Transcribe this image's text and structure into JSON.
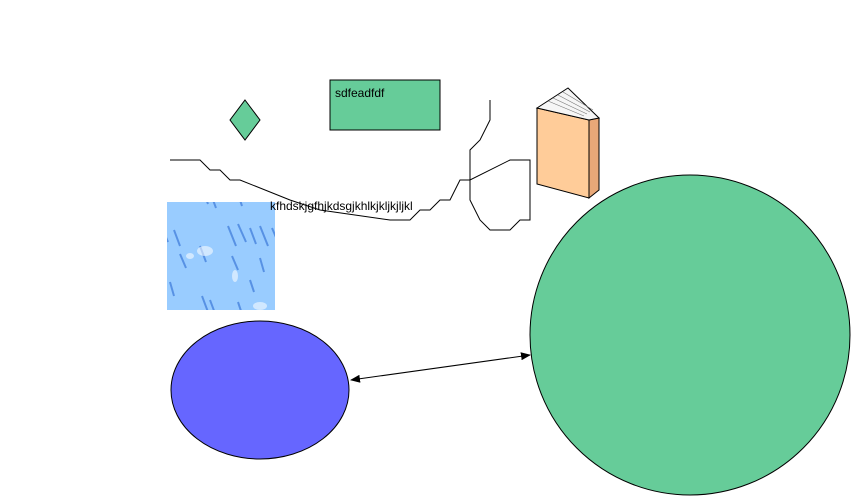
{
  "shapes": {
    "rectangle": {
      "label": "sdfeadfdf",
      "fill": "#66CC99"
    },
    "diamond": {
      "fill": "#66CC99"
    },
    "small_ellipse": {
      "fill": "#6666FF"
    },
    "large_circle": {
      "fill": "#66CC99"
    },
    "book_icon": {
      "icon": "book-icon",
      "cover_color": "#FFCC99"
    },
    "texture_image": {
      "icon": "water-texture",
      "color": "#99CCFF"
    }
  },
  "text_label": "kfhdskjgfhjkdsgjkhlkjkljkjljkl",
  "stroke_color": "#000000"
}
